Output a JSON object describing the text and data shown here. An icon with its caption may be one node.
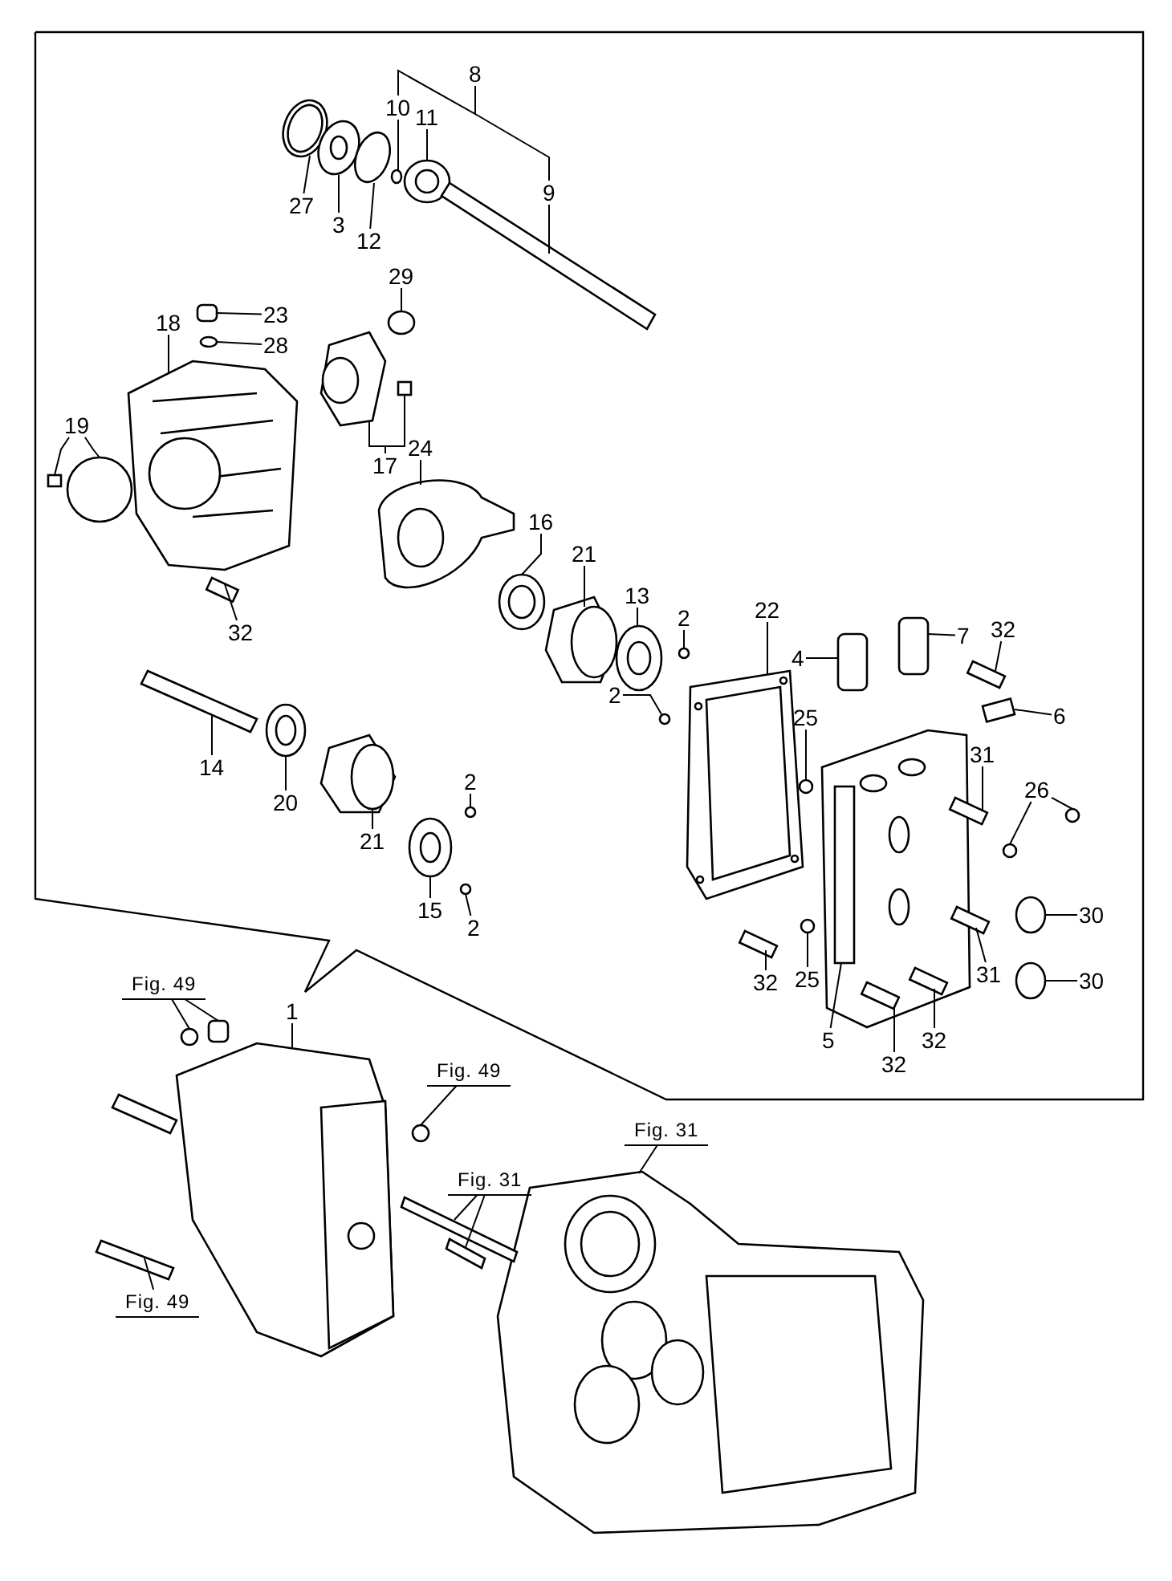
{
  "diagram": {
    "nodes": [
      {
        "text": [
          "8"
        ]
      },
      {
        "text": [
          "10"
        ]
      },
      {
        "text": [
          "11"
        ]
      },
      {
        "text": [
          "9"
        ]
      },
      {
        "text": [
          "27"
        ]
      },
      {
        "text": [
          "3"
        ]
      },
      {
        "text": [
          "12"
        ]
      },
      {
        "text": [
          "29"
        ]
      },
      {
        "text": [
          "23"
        ]
      },
      {
        "text": [
          "18"
        ]
      },
      {
        "text": [
          "28"
        ]
      },
      {
        "text": [
          "19"
        ]
      },
      {
        "text": [
          "24"
        ]
      },
      {
        "text": [
          "17"
        ]
      },
      {
        "text": [
          "16"
        ]
      },
      {
        "text": [
          "21"
        ]
      },
      {
        "text": [
          "13"
        ]
      },
      {
        "text": [
          "2"
        ]
      },
      {
        "text": [
          "22"
        ]
      },
      {
        "text": [
          "32"
        ]
      },
      {
        "text": [
          "32"
        ]
      },
      {
        "text": [
          "7"
        ]
      },
      {
        "text": [
          "4"
        ]
      },
      {
        "text": [
          "2"
        ]
      },
      {
        "text": [
          "6"
        ]
      },
      {
        "text": [
          "25"
        ]
      },
      {
        "text": [
          "31"
        ]
      },
      {
        "text": [
          "14"
        ]
      },
      {
        "text": [
          "2"
        ]
      },
      {
        "text": [
          "26"
        ]
      },
      {
        "text": [
          "20"
        ]
      },
      {
        "text": [
          "21"
        ]
      },
      {
        "text": [
          "15"
        ]
      },
      {
        "text": [
          "30"
        ]
      },
      {
        "text": [
          "2"
        ]
      },
      {
        "text": [
          "32"
        ]
      },
      {
        "text": [
          "25"
        ]
      },
      {
        "text": [
          "31"
        ]
      },
      {
        "text": [
          "30"
        ]
      },
      {
        "text": [
          "5"
        ]
      },
      {
        "text": [
          "32"
        ]
      },
      {
        "text": [
          "32"
        ]
      },
      {
        "text": [
          "1"
        ]
      },
      {
        "text": [
          "Fig. 49"
        ]
      },
      {
        "text": [
          "Fig. 49"
        ]
      },
      {
        "text": [
          "Fig. 31"
        ]
      },
      {
        "text": [
          "Fig. 31"
        ]
      },
      {
        "text": [
          "Fig. 49"
        ]
      },
      {
        "text": [],
        "shape": "circle"
      },
      {
        "text": [],
        "shape": "picture"
      },
      {
        "text": [],
        "shape": "bar"
      },
      {
        "text": [],
        "shape": "picture"
      },
      {
        "text": [],
        "shape": "picture"
      },
      {
        "text": [],
        "shape": "circle"
      },
      {
        "text": [],
        "shape": "circle"
      },
      {
        "text": [],
        "shape": "box"
      },
      {
        "text": [],
        "shape": "picture"
      },
      {
        "text": [],
        "shape": "circle"
      },
      {
        "text": [],
        "shape": "box"
      },
      {
        "text": [],
        "shape": "circle"
      },
      {
        "text": [],
        "shape": "picture"
      },
      {
        "text": [],
        "shape": "picture"
      },
      {
        "text": [],
        "shape": "box"
      },
      {
        "text": [],
        "shape": "picture"
      },
      {
        "text": [],
        "shape": "picture"
      },
      {
        "text": [],
        "shape": "picture"
      },
      {
        "text": [],
        "shape": "circle"
      },
      {
        "text": [],
        "shape": "picture"
      },
      {
        "text": [],
        "shape": "box"
      },
      {
        "text": [],
        "shape": "box"
      },
      {
        "text": [],
        "shape": "box"
      },
      {
        "text": [],
        "shape": "box"
      },
      {
        "text": [],
        "shape": "circle"
      },
      {
        "text": [],
        "shape": "box"
      },
      {
        "text": [],
        "shape": "circle"
      },
      {
        "text": [],
        "shape": "box"
      },
      {
        "text": [],
        "shape": "bar"
      },
      {
        "text": [],
        "shape": "circle"
      },
      {
        "text": [],
        "shape": "circle"
      },
      {
        "text": [],
        "shape": "circle"
      },
      {
        "text": [],
        "shape": "picture"
      },
      {
        "text": [],
        "shape": "picture"
      },
      {
        "text": [],
        "shape": "picture"
      },
      {
        "text": [],
        "shape": "circle"
      },
      {
        "text": [],
        "shape": "circle"
      },
      {
        "text": [],
        "shape": "box"
      },
      {
        "text": [],
        "shape": "circle"
      },
      {
        "text": [],
        "shape": "box"
      },
      {
        "text": [],
        "shape": "circle"
      },
      {
        "text": [],
        "shape": "box"
      },
      {
        "text": [],
        "shape": "box"
      },
      {
        "text": [],
        "shape": "box"
      },
      {
        "text": [],
        "shape": "picture"
      },
      {
        "text": [],
        "shape": "circle"
      },
      {
        "text": [],
        "shape": "box"
      },
      {
        "text": [],
        "shape": "circle"
      },
      {
        "text": [],
        "shape": "picture"
      },
      {
        "text": [],
        "shape": "bar"
      },
      {
        "text": [],
        "shape": "bar"
      },
      {
        "text": [],
        "shape": "bar"
      }
    ],
    "edges": [
      {
        "from": 0,
        "to": 1,
        "arrow": "none"
      },
      {
        "from": 0,
        "to": 3,
        "arrow": "none"
      },
      {
        "from": 1,
        "to": 48,
        "arrow": "none"
      },
      {
        "from": 2,
        "to": 49,
        "arrow": "none"
      },
      {
        "from": 3,
        "to": 50,
        "arrow": "none"
      },
      {
        "from": 4,
        "to": 51,
        "arrow": "none"
      },
      {
        "from": 5,
        "to": 52,
        "arrow": "none"
      },
      {
        "from": 6,
        "to": 53,
        "arrow": "none"
      },
      {
        "from": 7,
        "to": 54,
        "arrow": "none"
      },
      {
        "from": 8,
        "to": 55,
        "arrow": "none"
      },
      {
        "from": 9,
        "to": 56,
        "arrow": "none"
      },
      {
        "from": 10,
        "to": 57,
        "arrow": "none"
      },
      {
        "from": 11,
        "to": 58,
        "arrow": "none"
      },
      {
        "from": 11,
        "to": 59,
        "arrow": "none"
      },
      {
        "from": 12,
        "to": 60,
        "arrow": "none"
      },
      {
        "from": 13,
        "to": 61,
        "arrow": "none"
      },
      {
        "from": 13,
        "to": 62,
        "arrow": "none"
      },
      {
        "from": 14,
        "to": 63,
        "arrow": "none"
      },
      {
        "from": 15,
        "to": 64,
        "arrow": "none"
      },
      {
        "from": 16,
        "to": 65,
        "arrow": "none"
      },
      {
        "from": 17,
        "to": 66,
        "arrow": "none"
      },
      {
        "from": 18,
        "to": 67,
        "arrow": "none"
      },
      {
        "from": 19,
        "to": 68,
        "arrow": "none"
      },
      {
        "from": 20,
        "to": 69,
        "arrow": "none"
      },
      {
        "from": 21,
        "to": 70,
        "arrow": "none"
      },
      {
        "from": 22,
        "to": 71,
        "arrow": "none"
      },
      {
        "from": 23,
        "to": 72,
        "arrow": "none"
      },
      {
        "from": 24,
        "to": 73,
        "arrow": "none"
      },
      {
        "from": 25,
        "to": 74,
        "arrow": "none"
      },
      {
        "from": 26,
        "to": 75,
        "arrow": "none"
      },
      {
        "from": 27,
        "to": 76,
        "arrow": "none"
      },
      {
        "from": 28,
        "to": 77,
        "arrow": "none"
      },
      {
        "from": 29,
        "to": 78,
        "arrow": "none"
      },
      {
        "from": 29,
        "to": 79,
        "arrow": "none"
      },
      {
        "from": 30,
        "to": 80,
        "arrow": "none"
      },
      {
        "from": 31,
        "to": 81,
        "arrow": "none"
      },
      {
        "from": 32,
        "to": 82,
        "arrow": "none"
      },
      {
        "from": 33,
        "to": 83,
        "arrow": "none"
      },
      {
        "from": 34,
        "to": 84,
        "arrow": "none"
      },
      {
        "from": 35,
        "to": 85,
        "arrow": "none"
      },
      {
        "from": 36,
        "to": 86,
        "arrow": "none"
      },
      {
        "from": 37,
        "to": 87,
        "arrow": "none"
      },
      {
        "from": 38,
        "to": 88,
        "arrow": "none"
      },
      {
        "from": 39,
        "to": 89,
        "arrow": "none"
      },
      {
        "from": 40,
        "to": 90,
        "arrow": "none"
      },
      {
        "from": 41,
        "to": 91,
        "arrow": "none"
      },
      {
        "from": 42,
        "to": 92,
        "arrow": "none"
      },
      {
        "from": 43,
        "to": 93,
        "arrow": "none"
      },
      {
        "from": 43,
        "to": 94,
        "arrow": "none"
      },
      {
        "from": 44,
        "to": 95,
        "arrow": "none"
      },
      {
        "from": 45,
        "to": 96,
        "arrow": "none"
      },
      {
        "from": 46,
        "to": 97,
        "arrow": "none"
      },
      {
        "from": 46,
        "to": 98,
        "arrow": "none"
      },
      {
        "from": 47,
        "to": 99,
        "arrow": "none"
      }
    ]
  }
}
